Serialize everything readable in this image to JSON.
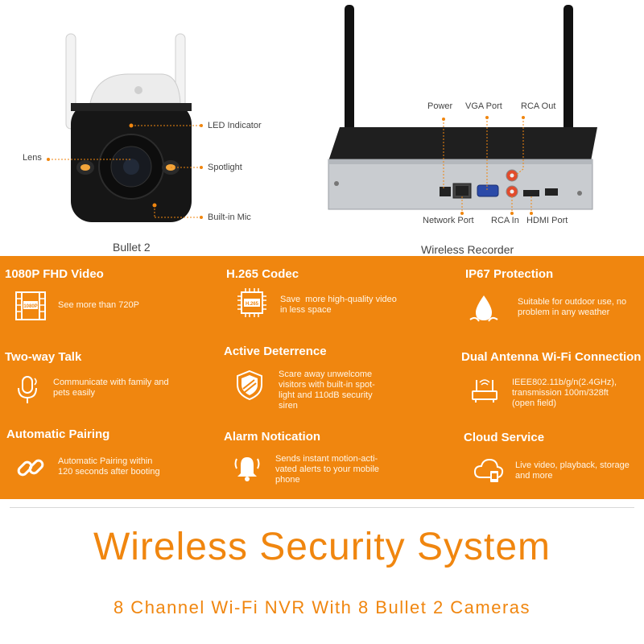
{
  "camera": {
    "caption": "Bullet 2",
    "callouts": {
      "led": "LED Indicator",
      "lens": "Lens",
      "spotlight": "Spotlight",
      "mic": "Built-in Mic"
    }
  },
  "recorder": {
    "caption": "Wireless Recorder",
    "callouts": {
      "power": "Power",
      "vga": "VGA Port",
      "rca_out": "RCA Out",
      "network": "Network Port",
      "rca_in": "RCA In",
      "hdmi": "HDMI Port"
    }
  },
  "features": [
    {
      "title": "1080P FHD Video",
      "icon": "film-1080p-icon",
      "icon_text": "1080P",
      "desc": "See more than 720P"
    },
    {
      "title": "H.265 Codec",
      "icon": "chip-h265-icon",
      "icon_text": "H.265",
      "desc": "Save  more high-quality video\nin less space"
    },
    {
      "title": "IP67 Protection",
      "icon": "water-drop-icon",
      "desc": "Suitable for outdoor use, no\nproblem in any weather"
    },
    {
      "title": "Two-way Talk",
      "icon": "microphone-icon",
      "desc": "Communicate with family and\npets easily"
    },
    {
      "title": "Active Deterrence",
      "icon": "shield-icon",
      "desc": "Scare away unwelcome\nvisitors with built-in spot-\nlight and 110dB security\nsiren"
    },
    {
      "title": "Dual Antenna Wi-Fi Connection",
      "icon": "router-icon",
      "desc": "IEEE802.11b/g/n(2.4GHz),\ntransmission 100m/328ft\n(open field)"
    },
    {
      "title": "Automatic Pairing",
      "icon": "link-icon",
      "desc": "Automatic Pairing within\n120 seconds after booting"
    },
    {
      "title": "Alarm Notication",
      "icon": "alarm-bell-icon",
      "desc": "Sends instant motion-acti-\nvated alerts to your mobile\nphone"
    },
    {
      "title": "Cloud Service",
      "icon": "cloud-icon",
      "desc": "Live video, playback, storage\nand more"
    }
  ],
  "headline": "Wireless Security System",
  "subheadline": "8 Channel Wi-Fi NVR With 8 Bullet 2 Cameras",
  "colors": {
    "accent": "#f0860f",
    "panel_text": "#ffffff"
  }
}
